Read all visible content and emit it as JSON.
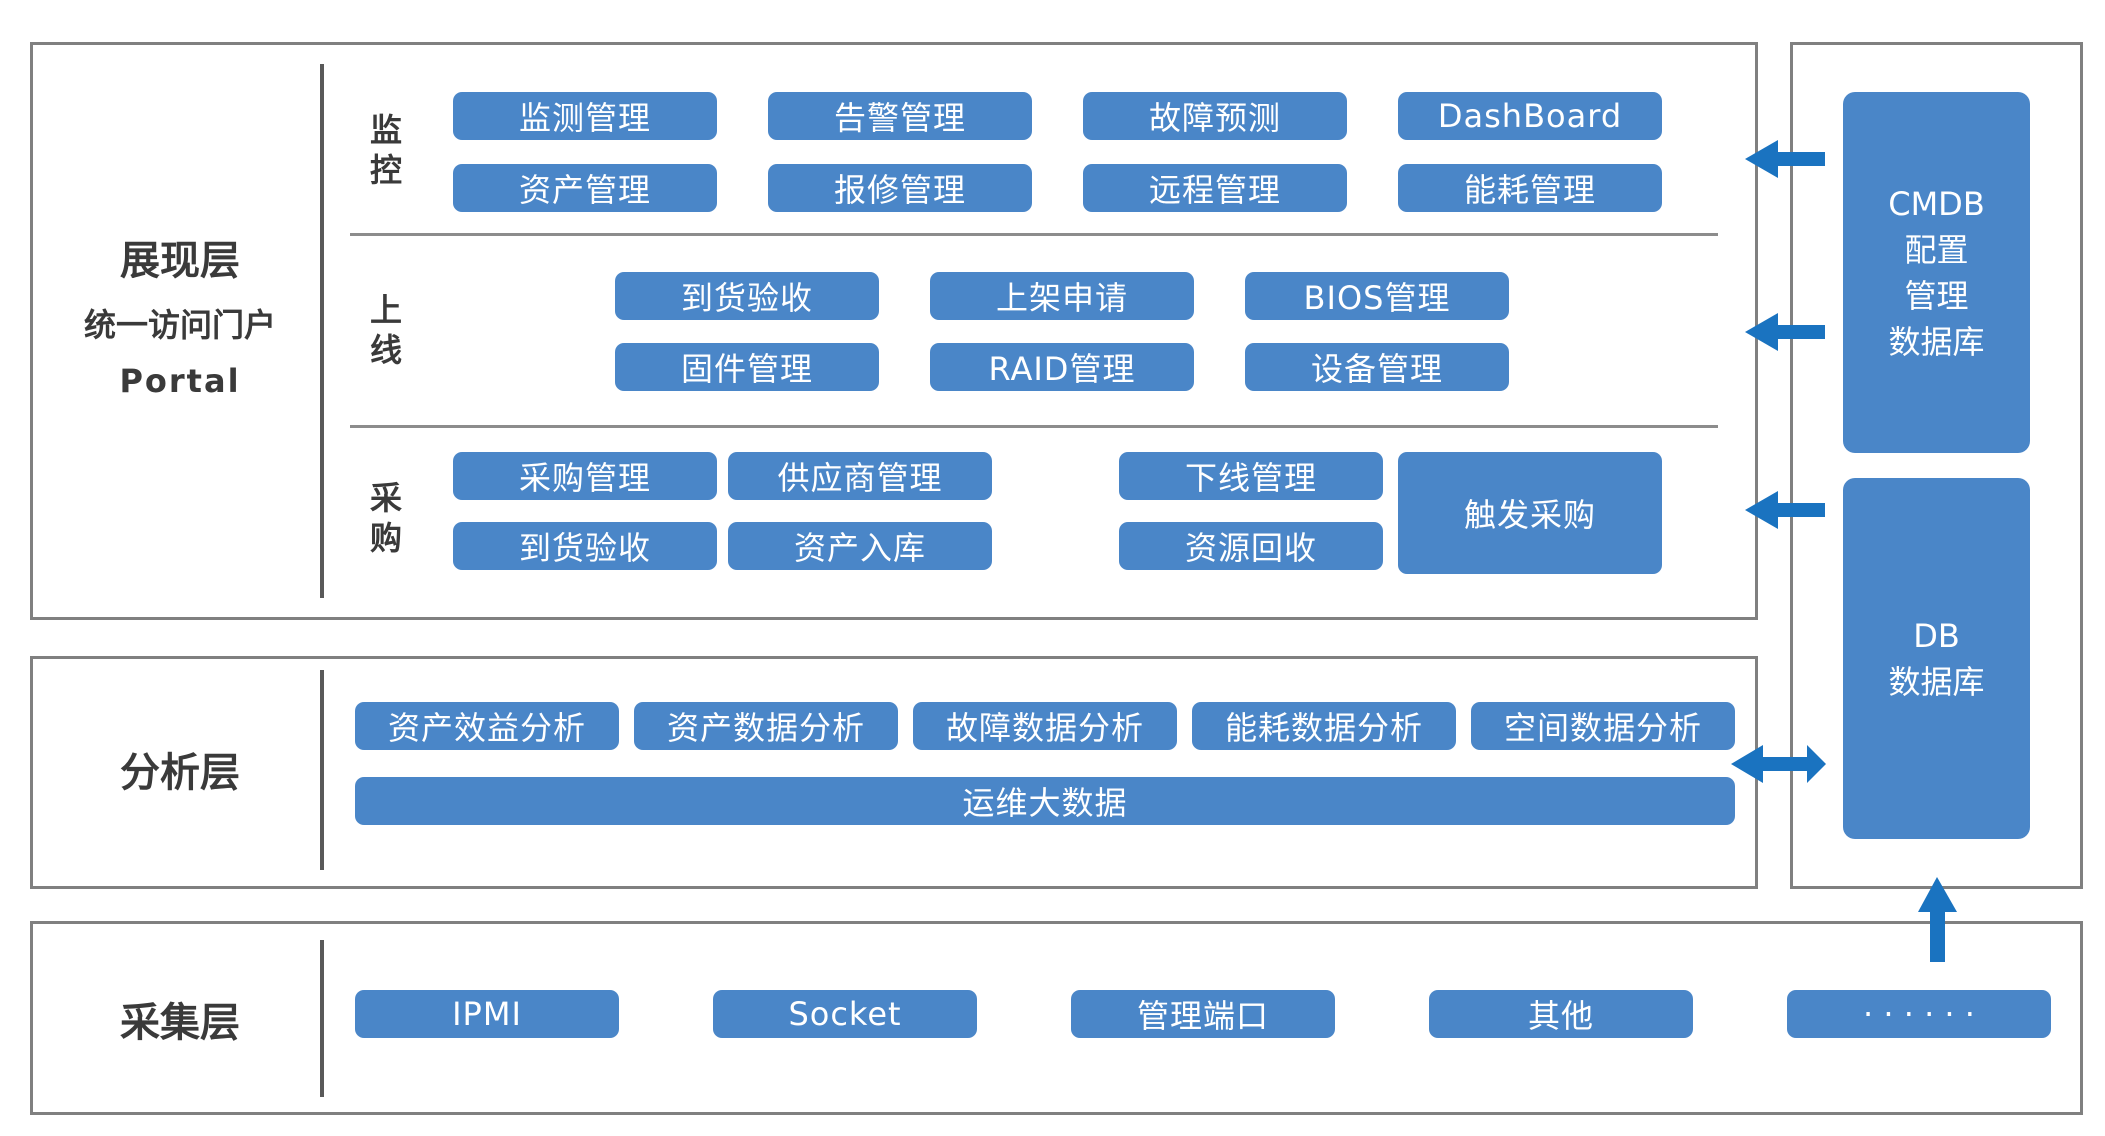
{
  "presentation": {
    "title": "展现层",
    "subtitle": "统一访问门户",
    "portal": "Portal",
    "sections": {
      "monitor": {
        "label": [
          "监",
          "控"
        ],
        "items": [
          "监测管理",
          "告警管理",
          "故障预测",
          "DashBoard",
          "资产管理",
          "报修管理",
          "远程管理",
          "能耗管理"
        ]
      },
      "online": {
        "label": [
          "上",
          "线"
        ],
        "items": [
          "到货验收",
          "上架申请",
          "BIOS管理",
          "固件管理",
          "RAID管理",
          "设备管理"
        ]
      },
      "purchase": {
        "label": [
          "采",
          "购"
        ],
        "items": [
          "采购管理",
          "供应商管理",
          "到货验收",
          "资产入库",
          "下线管理",
          "资源回收",
          "触发采购"
        ]
      }
    }
  },
  "analysis": {
    "title": "分析层",
    "items": [
      "资产效益分析",
      "资产数据分析",
      "故障数据分析",
      "能耗数据分析",
      "空间数据分析"
    ],
    "bigdata": "运维大数据"
  },
  "collection": {
    "title": "采集层",
    "items": [
      "IPMI",
      "Socket",
      "管理端口",
      "其他",
      "· · · · · ·"
    ]
  },
  "databases": {
    "cmdb": [
      "CMDB",
      "配置",
      "管理",
      "数据库"
    ],
    "db": [
      "DB",
      "数据库"
    ]
  },
  "colors": {
    "box": "#4a86c8",
    "arrow": "#1a73c0",
    "frame": "#808080"
  }
}
